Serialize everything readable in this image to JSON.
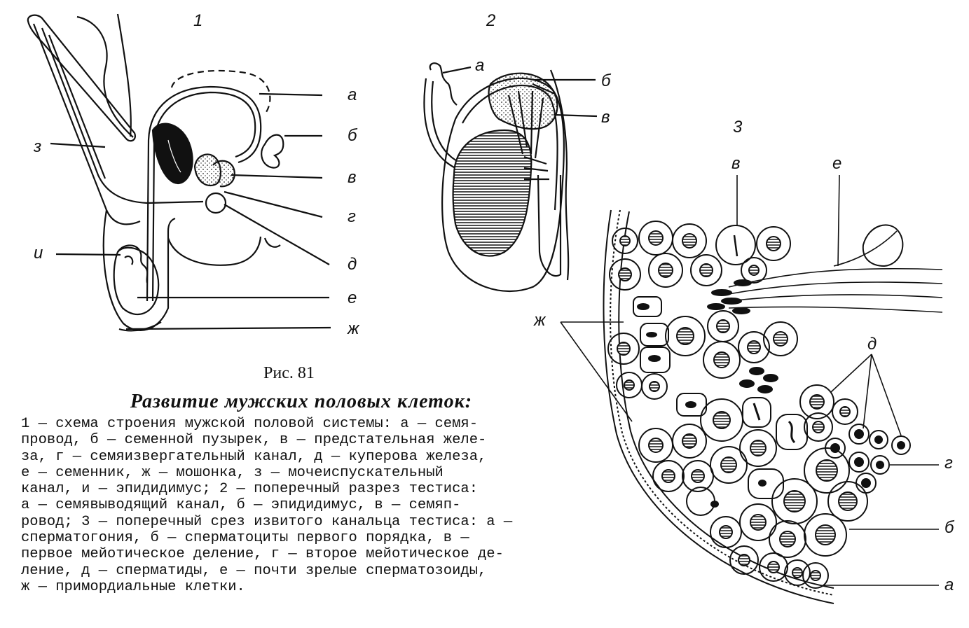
{
  "figure": {
    "number": "Рис. 81",
    "title": "Развитие мужских половых клеток:",
    "caption_lines": [
      "1 — схема строения мужской половой системы: а — семя-",
      "провод, б — семенной пузырек, в — предстательная желе-",
      "за, г — семяизвергательный канал, д — куперова железа,",
      "е — семенник, ж — мошонка, з — мочеиспускательный",
      "канал, и — эпидидимус; 2 — поперечный разрез тестиса:",
      "а — семявыводящий канал, б — эпидидимус, в — семяп-",
      "ровод; 3 — поперечный срез извитого канальца тестиса: а —",
      "сперматогония, б — сперматоциты первого порядка, в —",
      "первое мейотическое деление, г — второе мейотическое де-",
      "ление, д — сперматиды, е — почти зрелые сперматозоиды,",
      "ж — примордиальные клетки."
    ]
  },
  "panel1": {
    "number": "1",
    "labels": {
      "a": "а",
      "b": "б",
      "v": "в",
      "g": "г",
      "d": "д",
      "e": "е",
      "zh": "ж",
      "z": "з",
      "i": "и"
    }
  },
  "panel2": {
    "number": "2",
    "labels": {
      "a": "а",
      "b": "б",
      "v": "в"
    }
  },
  "panel3": {
    "number": "3",
    "labels": {
      "v": "в",
      "e": "е",
      "zh": "ж",
      "d": "д",
      "g": "г",
      "b": "б",
      "a": "а"
    }
  }
}
